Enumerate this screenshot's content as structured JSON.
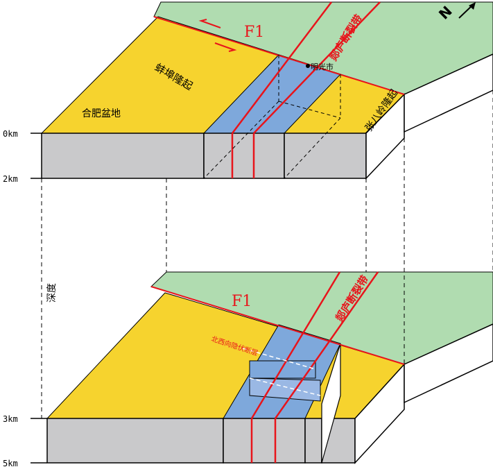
{
  "colors": {
    "green": "#b0dcb0",
    "yellow": "#f6d32e",
    "blue": "#7ea8db",
    "gray": "#c9c9cb",
    "red": "#e8141b"
  },
  "compass": {
    "letter": "N"
  },
  "depth_axis": {
    "label": "深度",
    "ticks_top": [
      "0km",
      "2km"
    ],
    "ticks_bottom": [
      "3km",
      "5km"
    ]
  },
  "top_block": {
    "fault_label": "F1",
    "fault_zone_label": "郯庐断裂带",
    "city_label": "明光市",
    "region_labels": {
      "uplift_west": "蚌埠隆起",
      "basin": "合肥盆地",
      "uplift_east": "张八岭隆起"
    }
  },
  "bottom_block": {
    "fault_label": "F1",
    "fault_zone_label": "郯庐断裂带",
    "hidden_fault_label": "北西向隐伏断层"
  }
}
